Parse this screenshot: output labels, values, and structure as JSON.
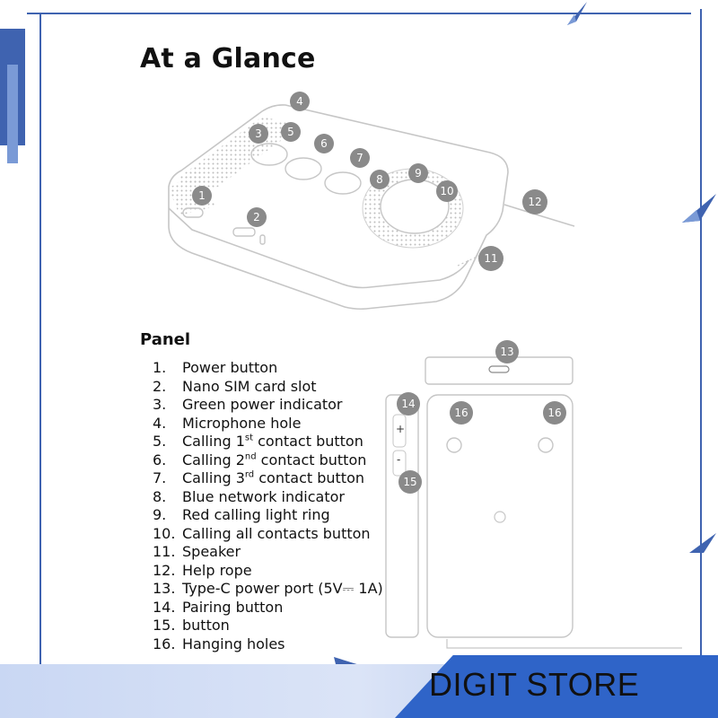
{
  "title": "At a Glance",
  "panel_title": "Panel",
  "brand": "DIGIT STORE",
  "colors": {
    "frame": "#3f63b0",
    "band_dark": "#2f64c8",
    "badge": "#8a8a8a"
  },
  "badges": {
    "b1": "1",
    "b2": "2",
    "b3": "3",
    "b4": "4",
    "b5": "5",
    "b6": "6",
    "b7": "7",
    "b8": "8",
    "b9": "9",
    "b10": "10",
    "b11": "11",
    "b12": "12",
    "b13": "13",
    "b14": "14",
    "b15": "15",
    "b16a": "16",
    "b16b": "16"
  },
  "device_marks": {
    "plus": "+",
    "minus": "-"
  },
  "legend": [
    {
      "num": "1.",
      "text": "Power button"
    },
    {
      "num": "2.",
      "text": "Nano SIM card slot"
    },
    {
      "num": "3.",
      "text": "Green power indicator"
    },
    {
      "num": "4.",
      "text": "Microphone hole"
    },
    {
      "num": "5.",
      "pre": "Calling 1",
      "sup": "st",
      "post": " contact button"
    },
    {
      "num": "6.",
      "pre": "Calling 2",
      "sup": "nd",
      "post": " contact button"
    },
    {
      "num": "7.",
      "pre": "Calling 3",
      "sup": "rd",
      "post": " contact button"
    },
    {
      "num": "8.",
      "text": "Blue network indicator"
    },
    {
      "num": "9.",
      "text": "Red calling light ring"
    },
    {
      "num": "10.",
      "text": "Calling all contacts button"
    },
    {
      "num": "11.",
      "text": "Speaker"
    },
    {
      "num": "12.",
      "text": "Help rope"
    },
    {
      "num": "13.",
      "text": "Type-C power port (5V⎓ 1A)"
    },
    {
      "num": "14.",
      "text": "Pairing button"
    },
    {
      "num": "15.",
      "text": "button"
    },
    {
      "num": "16.",
      "text": "Hanging holes"
    }
  ]
}
